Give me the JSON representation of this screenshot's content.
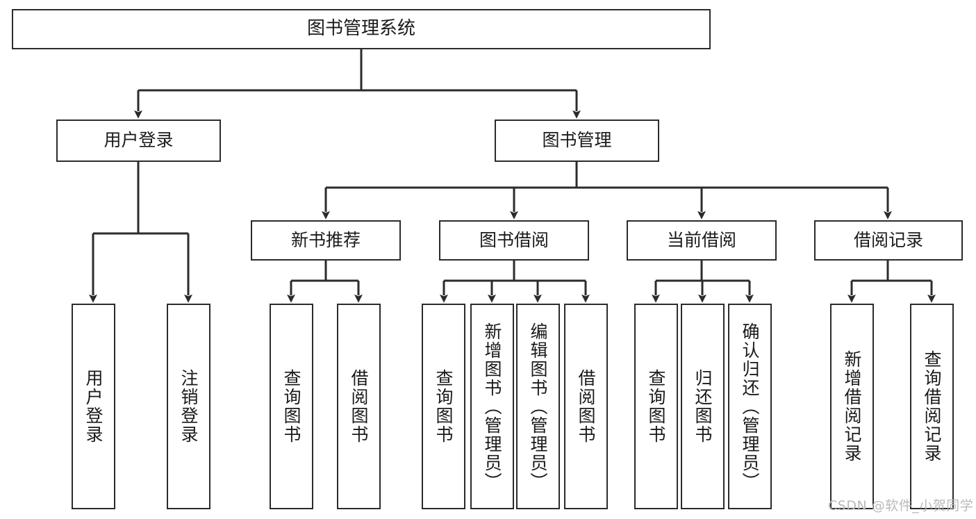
{
  "diagram": {
    "title": "图书管理系统",
    "watermark": "CSDN @软件_小贺同学",
    "colors": {
      "stroke": "#2b2b2b",
      "fill": "#ffffff",
      "text": "#1a1a1a",
      "watermark": "#b9b9b9"
    },
    "nodes": {
      "root": "图书管理系统",
      "level1": [
        "用户登录",
        "图书管理"
      ],
      "level2": [
        "新书推荐",
        "图书借阅",
        "当前借阅",
        "借阅记录"
      ],
      "leaves": [
        "用户登录",
        "注销登录",
        "查询图书",
        "借阅图书",
        "查询图书",
        "新增图书（管理员）",
        "编辑图书（管理员）",
        "借阅图书",
        "查询图书",
        "归还图书",
        "确认归还（管理员）",
        "新增借阅记录",
        "查询借阅记录"
      ]
    },
    "edges": [
      {
        "from": "图书管理系统",
        "to": "用户登录"
      },
      {
        "from": "图书管理系统",
        "to": "图书管理"
      },
      {
        "from": "用户登录",
        "to": "用户登录"
      },
      {
        "from": "用户登录",
        "to": "注销登录"
      },
      {
        "from": "图书管理",
        "to": "新书推荐"
      },
      {
        "from": "图书管理",
        "to": "图书借阅"
      },
      {
        "from": "图书管理",
        "to": "当前借阅"
      },
      {
        "from": "图书管理",
        "to": "借阅记录"
      },
      {
        "from": "新书推荐",
        "to": "查询图书"
      },
      {
        "from": "新书推荐",
        "to": "借阅图书"
      },
      {
        "from": "图书借阅",
        "to": "查询图书"
      },
      {
        "from": "图书借阅",
        "to": "新增图书（管理员）"
      },
      {
        "from": "图书借阅",
        "to": "编辑图书（管理员）"
      },
      {
        "from": "图书借阅",
        "to": "借阅图书"
      },
      {
        "from": "当前借阅",
        "to": "查询图书"
      },
      {
        "from": "当前借阅",
        "to": "归还图书"
      },
      {
        "from": "当前借阅",
        "to": "确认归还（管理员）"
      },
      {
        "from": "借阅记录",
        "to": "新增借阅记录"
      },
      {
        "from": "借阅记录",
        "to": "查询借阅记录"
      }
    ]
  }
}
